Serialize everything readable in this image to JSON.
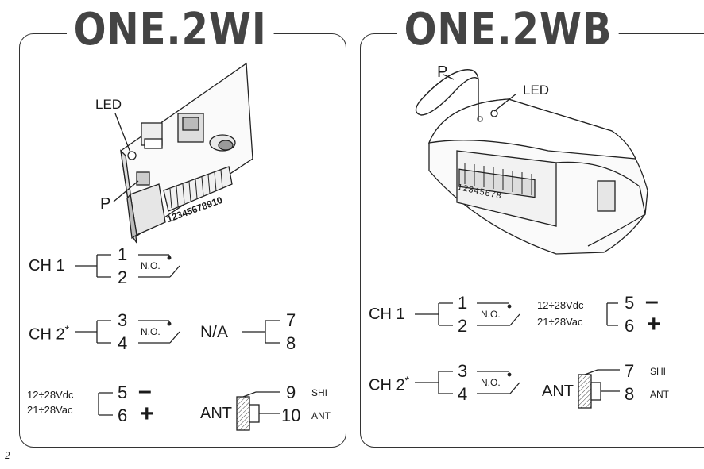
{
  "page_number": "2",
  "left": {
    "title": "ONE.2WI",
    "led": "LED",
    "p": "P",
    "terminal_numbers": "12345678910",
    "ch1": "CH 1",
    "ch1_t1": "1",
    "ch1_t2": "2",
    "ch1_contact": "N.O.",
    "ch2": "CH 2",
    "ch2_star": "*",
    "ch2_t1": "3",
    "ch2_t2": "4",
    "ch2_contact": "N.O.",
    "na": "N/A",
    "na_t1": "7",
    "na_t2": "8",
    "vdc": "12÷28Vdc",
    "vac": "21÷28Vac",
    "pw_t1": "5",
    "pw_t2": "6",
    "minus": "–",
    "plus": "+",
    "ant": "ANT",
    "ant_t1": "9",
    "ant_t2": "10",
    "shi": "SHI",
    "ant_small": "ANT"
  },
  "right": {
    "title": "ONE.2WB",
    "led": "LED",
    "p": "P",
    "terminal_numbers": "12345678",
    "ch1": "CH 1",
    "ch1_t1": "1",
    "ch1_t2": "2",
    "ch1_contact": "N.O.",
    "vdc": "12÷28Vdc",
    "vac": "21÷28Vac",
    "pw_t1": "5",
    "pw_t2": "6",
    "minus": "–",
    "plus": "+",
    "ch2": "CH 2",
    "ch2_star": "*",
    "ch2_t1": "3",
    "ch2_t2": "4",
    "ch2_contact": "N.O.",
    "ant": "ANT",
    "ant_t1": "7",
    "ant_t2": "8",
    "shi": "SHI",
    "ant_small": "ANT"
  }
}
